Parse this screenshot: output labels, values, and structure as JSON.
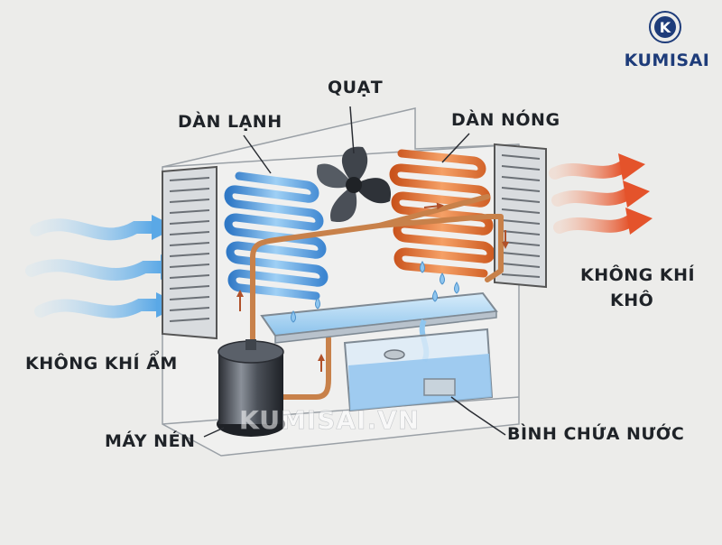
{
  "labels": {
    "fan": "QUẠT",
    "cold_coil": "DÀN LẠNH",
    "hot_coil": "DÀN NÓNG",
    "humid_air": "KHÔNG KHÍ ẨM",
    "dry_air_line1": "KHÔNG KHÍ",
    "dry_air_line2": "KHÔ",
    "compressor": "MÁY NÉN",
    "tank": "BÌNH CHỨA NƯỚC"
  },
  "brand": {
    "logo_letter": "K",
    "logo_text": "KUMISAI",
    "watermark": "KUMISAI.VN"
  },
  "colors": {
    "cold": "#4a90d9",
    "hot": "#d96a2a",
    "pipe": "#c8814a",
    "brand": "#1e3c7a"
  }
}
